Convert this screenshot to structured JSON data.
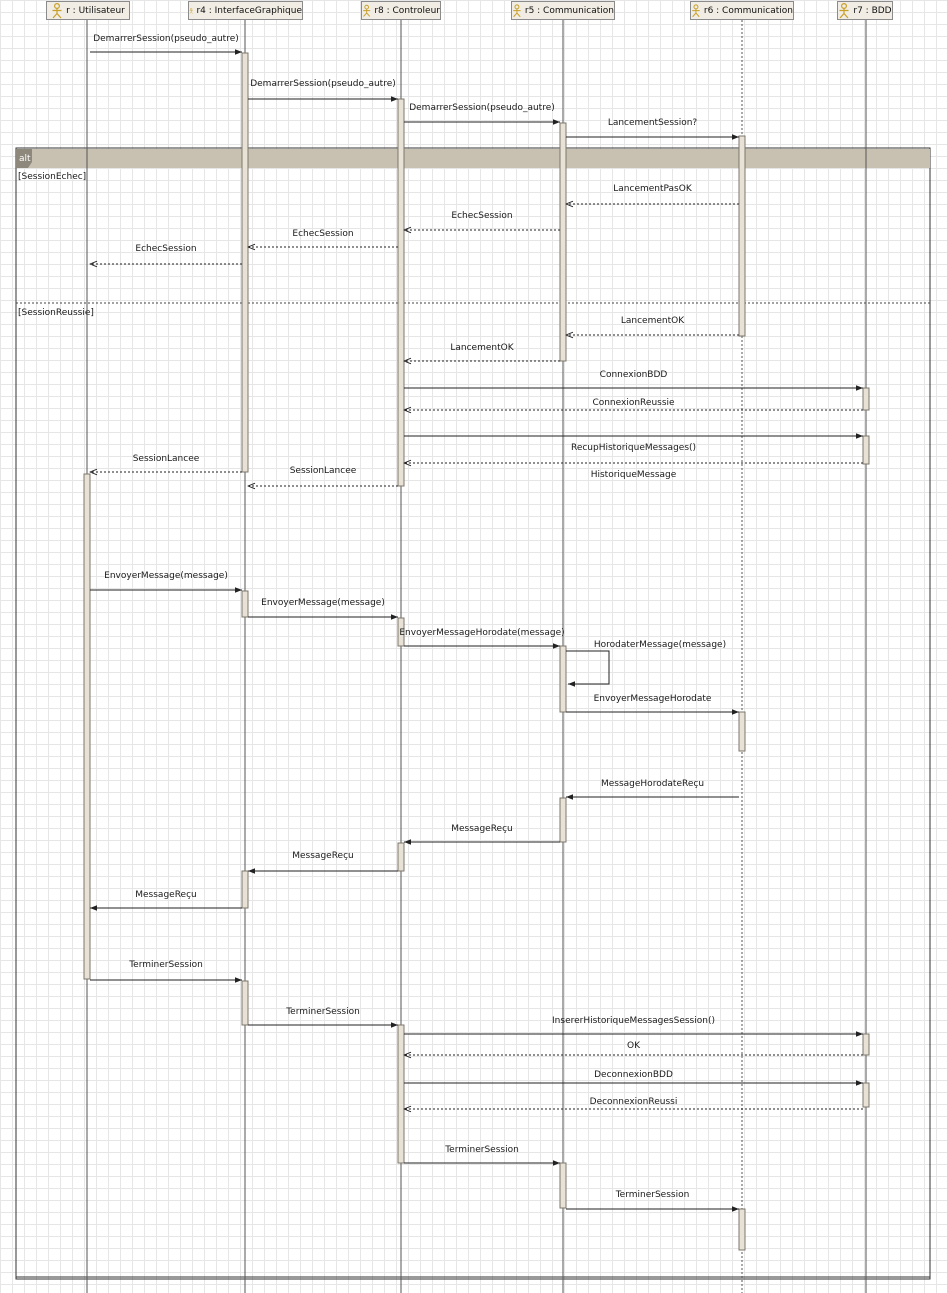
{
  "colors": {
    "accent": "#c8a028",
    "frame": "#333333",
    "activation": "#e7e1d6",
    "header": "#c8c1b1"
  },
  "lifelines": [
    {
      "id": "user",
      "label": "r : Utilisateur"
    },
    {
      "id": "gui",
      "label": "r4 : InterfaceGraphique"
    },
    {
      "id": "ctrl",
      "label": "r8 : Controleur"
    },
    {
      "id": "com5",
      "label": "r5 : Communication"
    },
    {
      "id": "com6",
      "label": "r6 : Communication"
    },
    {
      "id": "bdd",
      "label": "r7 : BDD"
    }
  ],
  "fragment": {
    "operator": "alt",
    "guards": [
      "[SessionEchec]",
      "[SessionReussie]"
    ]
  },
  "messages": [
    {
      "from": "user",
      "to": "gui",
      "label": "DemarrerSession(pseudo_autre)",
      "kind": "sync"
    },
    {
      "from": "gui",
      "to": "ctrl",
      "label": "DemarrerSession(pseudo_autre)",
      "kind": "sync"
    },
    {
      "from": "ctrl",
      "to": "com5",
      "label": "DemarrerSession(pseudo_autre)",
      "kind": "sync"
    },
    {
      "from": "com5",
      "to": "com6",
      "label": "LancementSession?",
      "kind": "sync"
    },
    {
      "from": "com6",
      "to": "com5",
      "label": "LancementPasOK",
      "kind": "reply"
    },
    {
      "from": "com5",
      "to": "ctrl",
      "label": "EchecSession",
      "kind": "reply"
    },
    {
      "from": "ctrl",
      "to": "gui",
      "label": "EchecSession",
      "kind": "reply"
    },
    {
      "from": "gui",
      "to": "user",
      "label": "EchecSession",
      "kind": "reply"
    },
    {
      "from": "com6",
      "to": "com5",
      "label": "LancementOK",
      "kind": "reply"
    },
    {
      "from": "com5",
      "to": "ctrl",
      "label": "LancementOK",
      "kind": "reply"
    },
    {
      "from": "ctrl",
      "to": "bdd",
      "label": "ConnexionBDD",
      "kind": "sync"
    },
    {
      "from": "bdd",
      "to": "ctrl",
      "label": "ConnexionReussie",
      "kind": "reply"
    },
    {
      "from": "ctrl",
      "to": "bdd",
      "label": "RecupHistoriqueMessages()",
      "kind": "sync"
    },
    {
      "from": "bdd",
      "to": "ctrl",
      "label": "HistoriqueMessage",
      "kind": "reply"
    },
    {
      "from": "gui",
      "to": "user",
      "label": "SessionLancee",
      "kind": "reply"
    },
    {
      "from": "ctrl",
      "to": "gui",
      "label": "SessionLancee",
      "kind": "reply"
    },
    {
      "from": "user",
      "to": "gui",
      "label": "EnvoyerMessage(message)",
      "kind": "sync"
    },
    {
      "from": "gui",
      "to": "ctrl",
      "label": "EnvoyerMessage(message)",
      "kind": "sync"
    },
    {
      "from": "ctrl",
      "to": "com5",
      "label": "EnvoyerMessageHorodate(message)",
      "kind": "sync"
    },
    {
      "from": "com5",
      "to": "com5",
      "label": "HorodaterMessage(message)",
      "kind": "self"
    },
    {
      "from": "com5",
      "to": "com6",
      "label": "EnvoyerMessageHorodate",
      "kind": "sync"
    },
    {
      "from": "com6",
      "to": "com5",
      "label": "MessageHorodateReçu",
      "kind": "sync"
    },
    {
      "from": "com5",
      "to": "ctrl",
      "label": "MessageReçu",
      "kind": "sync"
    },
    {
      "from": "ctrl",
      "to": "gui",
      "label": "MessageReçu",
      "kind": "sync"
    },
    {
      "from": "gui",
      "to": "user",
      "label": "MessageReçu",
      "kind": "sync"
    },
    {
      "from": "user",
      "to": "gui",
      "label": "TerminerSession",
      "kind": "sync"
    },
    {
      "from": "gui",
      "to": "ctrl",
      "label": "TerminerSession",
      "kind": "sync"
    },
    {
      "from": "ctrl",
      "to": "bdd",
      "label": "InsererHistoriqueMessagesSession()",
      "kind": "sync"
    },
    {
      "from": "bdd",
      "to": "ctrl",
      "label": "OK",
      "kind": "reply"
    },
    {
      "from": "ctrl",
      "to": "bdd",
      "label": "DeconnexionBDD",
      "kind": "sync"
    },
    {
      "from": "bdd",
      "to": "ctrl",
      "label": "DeconnexionReussi",
      "kind": "reply"
    },
    {
      "from": "ctrl",
      "to": "com5",
      "label": "TerminerSession",
      "kind": "sync"
    },
    {
      "from": "com5",
      "to": "com6",
      "label": "TerminerSession",
      "kind": "sync"
    }
  ]
}
